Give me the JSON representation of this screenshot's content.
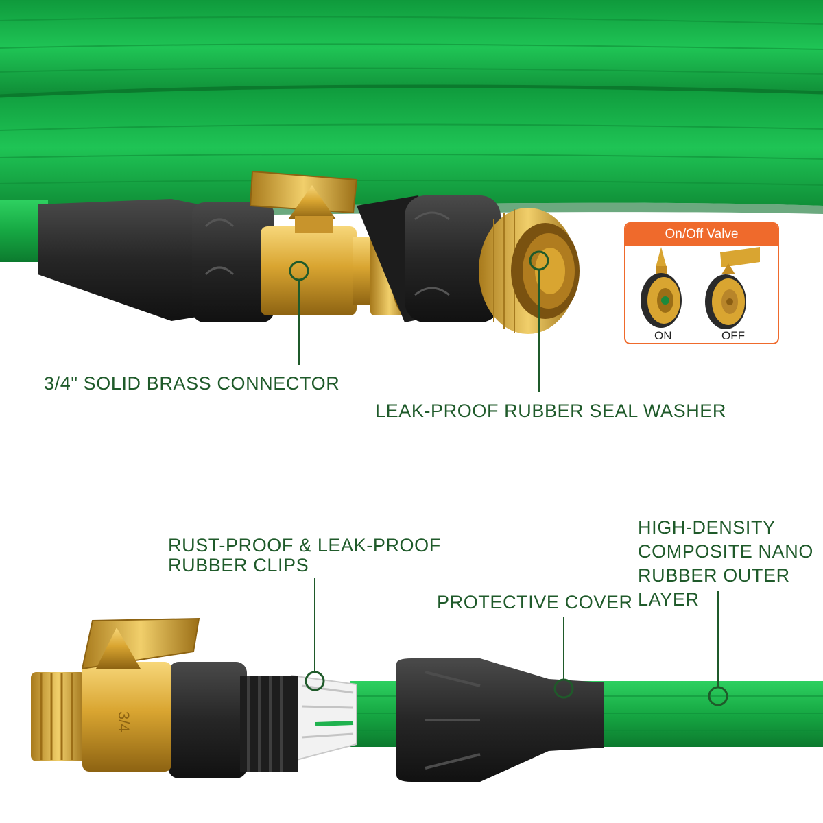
{
  "colors": {
    "hose_green": "#17b24a",
    "label_green": "#1f5a2a",
    "brass": "#d9a531",
    "fitting_black": "#2b2b2b",
    "inset_orange": "#ef6a2c"
  },
  "callouts": {
    "brass_connector": "3/4\" SOLID BRASS CONNECTOR",
    "seal_washer": "LEAK-PROOF RUBBER SEAL WASHER",
    "rubber_clips": [
      "RUST-PROOF & LEAK-PROOF",
      "RUBBER CLIPS"
    ],
    "protective_cover": "PROTECTIVE COVER",
    "outer_layer": [
      "HIGH-DENSITY",
      "COMPOSITE NANO",
      "RUBBER OUTER",
      "LAYER"
    ]
  },
  "valve_inset": {
    "title": "On/Off Valve",
    "on_label": "ON",
    "off_label": "OFF"
  },
  "valve_marking": "3/4"
}
